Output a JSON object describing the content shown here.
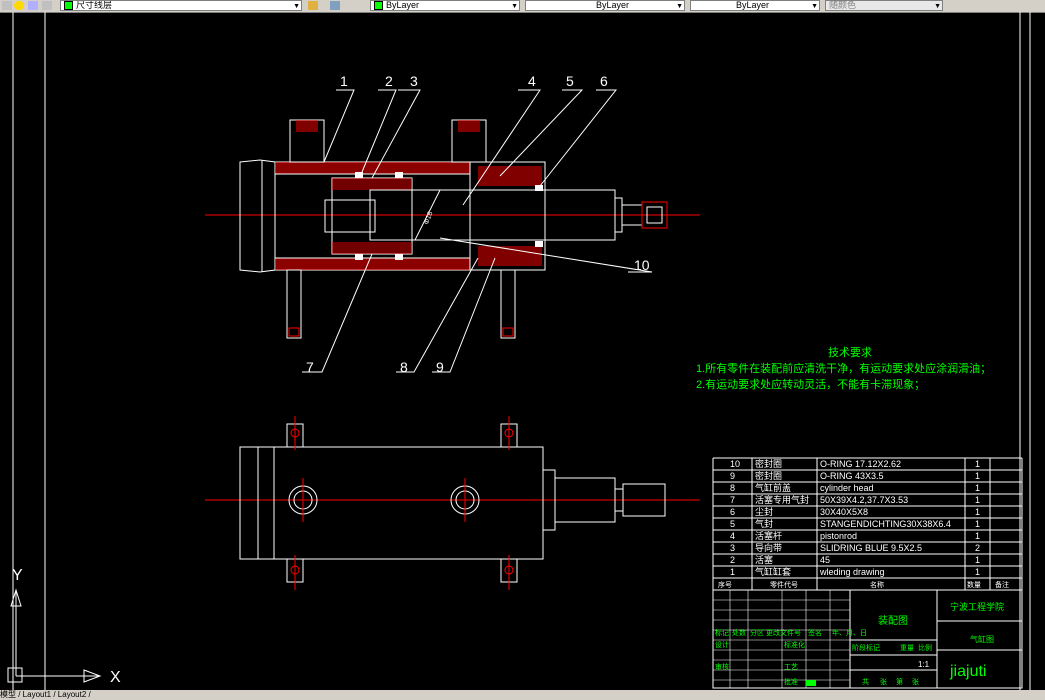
{
  "toolbar": {
    "layer_name": "尺寸线层",
    "color_value": "ByLayer",
    "linetype_value": "ByLayer",
    "lineweight_value": "ByLayer",
    "plotstyle_value": "随颜色"
  },
  "drawing": {
    "balloons": [
      "1",
      "2",
      "3",
      "4",
      "5",
      "6",
      "7",
      "8",
      "9",
      "10"
    ],
    "dim_text": "Φ18",
    "tech_title": "技术要求",
    "tech_line1": "1.所有零件在装配前应清洗干净，有运动要求处应涂润滑油；",
    "tech_line2": "2.有运动要求处应转动灵活，不能有卡滞现象；"
  },
  "bom": {
    "rows": [
      {
        "no": "10",
        "name": "密封圈",
        "spec": "O-RING 17.12X2.62",
        "qty": "1"
      },
      {
        "no": "9",
        "name": "密封圈",
        "spec": "O-RING 43X3.5",
        "qty": "1"
      },
      {
        "no": "8",
        "name": "气缸前盖",
        "spec": "cylinder head",
        "qty": "1"
      },
      {
        "no": "7",
        "name": "活塞专用气封",
        "spec": "50X39X4.2,37.7X3.53",
        "qty": "1"
      },
      {
        "no": "6",
        "name": "尘封",
        "spec": "30X40X5X8",
        "qty": "1"
      },
      {
        "no": "5",
        "name": "气封",
        "spec": "STANGENDICHTING30X38X6.4",
        "qty": "1"
      },
      {
        "no": "4",
        "name": "活塞杆",
        "spec": "pistonrod",
        "qty": "1"
      },
      {
        "no": "3",
        "name": "导向带",
        "spec": "SLIDRING BLUE 9.5X2.5",
        "qty": "2"
      },
      {
        "no": "2",
        "name": "活塞",
        "spec": "45",
        "qty": "1"
      },
      {
        "no": "1",
        "name": "气缸缸套",
        "spec": "wleding drawing",
        "qty": "1"
      }
    ],
    "header": {
      "no": "序号",
      "code": "零件代号",
      "name": "名称",
      "qty": "数量",
      "remark": "备注"
    }
  },
  "titleblock": {
    "drawing_name": "装配图",
    "school": "宁波工程学院",
    "part_name": "气缸图",
    "scale": "1:1",
    "watermark": "jiajuti",
    "labels": [
      "标记",
      "处数",
      "分区",
      "更改文件号",
      "签名",
      "年、月、日",
      "设计",
      "标准化",
      "阶段标记",
      "重量",
      "比例",
      "审核",
      "工艺",
      "批准",
      "共",
      "张",
      "第",
      "张"
    ]
  },
  "ucs": {
    "x_label": "X",
    "y_label": "Y"
  },
  "statusbar": {
    "text": "模型 / Layout1 / Layout2 /"
  },
  "colors": {
    "background": "#000000",
    "lines": "#ffffff",
    "center": "#ff0000",
    "text": "#00ff00",
    "hatch": "#ff0000"
  }
}
